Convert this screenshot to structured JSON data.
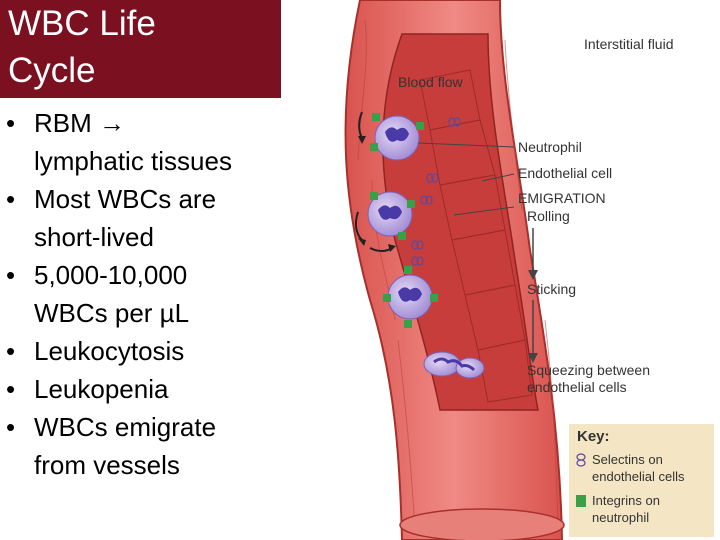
{
  "title": {
    "line1": "WBC Life",
    "line2": "Cycle"
  },
  "bullets": [
    {
      "lines": [
        "RBM →",
        "lymphatic tissues"
      ]
    },
    {
      "lines": [
        "Most WBCs are",
        "short-lived"
      ]
    },
    {
      "lines": [
        "5,000-10,000",
        "WBCs per µL"
      ]
    },
    {
      "lines": [
        "Leukocytosis"
      ]
    },
    {
      "lines": [
        "Leukopenia"
      ]
    },
    {
      "lines": [
        "WBCs emigrate",
        "from vessels"
      ]
    }
  ],
  "bullet_symbol": "•",
  "figure": {
    "interstitial_fluid": "Interstitial fluid",
    "blood_flow": "Blood flow",
    "neutrophil": "Neutrophil",
    "endothelial_cell": "Endothelial cell",
    "emigration": "EMIGRATION",
    "rolling": "Rolling",
    "sticking": "Sticking",
    "squeezing_line1": "Squeezing between",
    "squeezing_line2": "endothelial cells"
  },
  "key": {
    "title": "Key:",
    "selectins_line1": "Selectins on",
    "selectins_line2": "endothelial cells",
    "integrins_line1": "Integrins on",
    "integrins_line2": "neutrophil"
  },
  "colors": {
    "title_bg": "#7a1020",
    "vessel_wall": "#e46a6a",
    "vessel_lumen": "#c7413f",
    "neutrophil": "#b8a4e0",
    "nucleus": "#4a3aa8",
    "integrin": "#3aa048",
    "key_bg": "#f4e6c4"
  }
}
